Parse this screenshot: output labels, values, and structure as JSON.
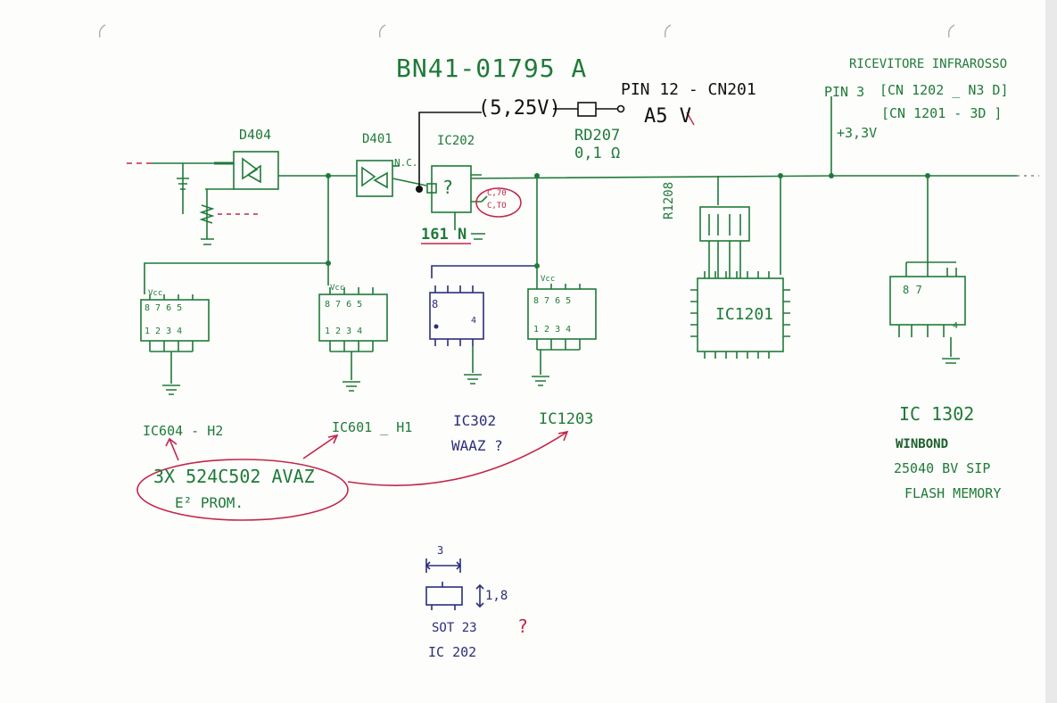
{
  "diagram": {
    "title": "BN41-01795 A",
    "power_note": "(5,25V)",
    "pin_label": "PIN 12 - CN201",
    "a5v": "A5 V",
    "rd207": "RD207",
    "rd207_value": "0,1 Ω",
    "ir_label": "RICEVITORE INFRAROSSO",
    "pin3": "PIN 3",
    "cn1202": "[CN 1202 _ N3 D]",
    "cn1201": "[CN 1201 - 3D ]",
    "v33": "+3,3V",
    "d404": "D404",
    "d401": "D401",
    "nc": "N.C.",
    "ic202_top": "IC202",
    "question": "?",
    "c70": "C,70",
    "c70b": "C,TO",
    "code_161n": "161 N",
    "r1208": "R1208",
    "ic1201": "IC1201",
    "vcc": "Vcc",
    "pins_top": "8 7 6 5",
    "pins_bot": "1 2 3 4",
    "ic604": "IC604 - H2",
    "ic601": "IC601 _ H1",
    "ic302": "IC302",
    "wtf": "WAAZ ?",
    "ic1203": "IC1203",
    "ic1302": "IC 1302",
    "winbond": "WINBOND",
    "winbond_part": "25040 BV SIP",
    "flash": "FLASH MEMORY",
    "eeprom_line1": "3X 524C502 AVAZ",
    "eeprom_line2": "E² PROM.",
    "dim_3": "3",
    "dim_18": "1,8",
    "sot23": "SOT 23",
    "sot_q": "?",
    "ic202_bottom": "IC 202",
    "ic302_pin8": "8",
    "ic302_pin4": "4",
    "ic1302_pins": "8 7",
    "ic1302_pin4": "4"
  }
}
